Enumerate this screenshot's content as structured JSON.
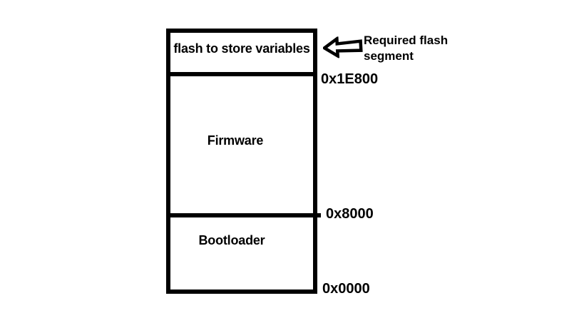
{
  "canvas": {
    "background": "#ffffff",
    "ink": "#000000"
  },
  "memory_map": {
    "segments": [
      {
        "id": "flash-variables",
        "label": "flash to store variables"
      },
      {
        "id": "firmware",
        "label": "Firmware"
      },
      {
        "id": "bootloader",
        "label": "Bootloader"
      }
    ],
    "addresses": [
      {
        "id": "addr-top",
        "value": "0x1E800"
      },
      {
        "id": "addr-mid",
        "value": "0x8000"
      },
      {
        "id": "addr-bot",
        "value": "0x0000"
      }
    ],
    "callout": {
      "icon": "left-block-arrow-icon",
      "line1": "Required flash",
      "line2": "segment"
    }
  }
}
